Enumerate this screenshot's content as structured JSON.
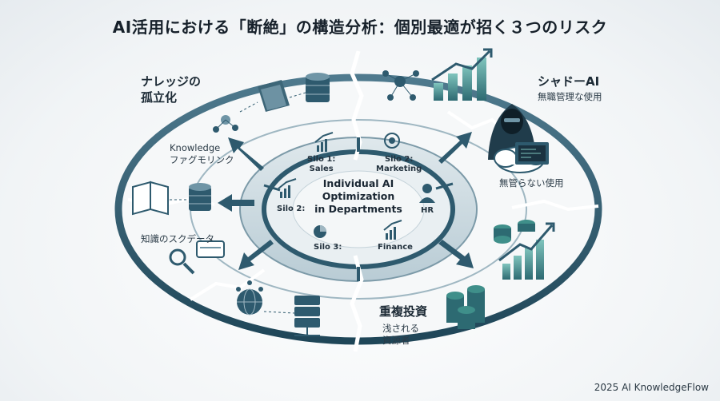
{
  "title": "AI活用における「断絶」の構造分析：個別最適が招く３つのリスク",
  "center": {
    "line1": "Individual AI",
    "line2": "Optimization",
    "line3": "in Departments"
  },
  "silos": {
    "s1": {
      "line1": "Silo 1:",
      "line2": "Sales"
    },
    "s2a": {
      "line1": "Silo 2:",
      "line2": "Marketing"
    },
    "s2b": {
      "line1": "Silo 2:"
    },
    "hr": {
      "line1": "HR"
    },
    "s3": {
      "line1": "Silo 3:"
    },
    "fin": {
      "line1": "Finance"
    }
  },
  "risks": {
    "knowledge": {
      "h1": "ナレッジの",
      "h2": "孤立化",
      "sub1": "Knowledge",
      "sub2": "ファグモリンク",
      "sub3": "知識のスクデータ"
    },
    "shadow": {
      "h1": "シャドーAI",
      "sub1": "無職管理な使用",
      "sub2": "無管らない使用"
    },
    "dup": {
      "h1": "重複投資",
      "sub1": "浅される",
      "sub2": "資源者"
    }
  },
  "footer": "2025 AI KnowledgeFlow",
  "colors": {
    "ring_dark": "#2e5a6e",
    "ring_mid": "#6f95a6",
    "ring_light": "#c9d8df",
    "accent": "#3f8f8a"
  }
}
